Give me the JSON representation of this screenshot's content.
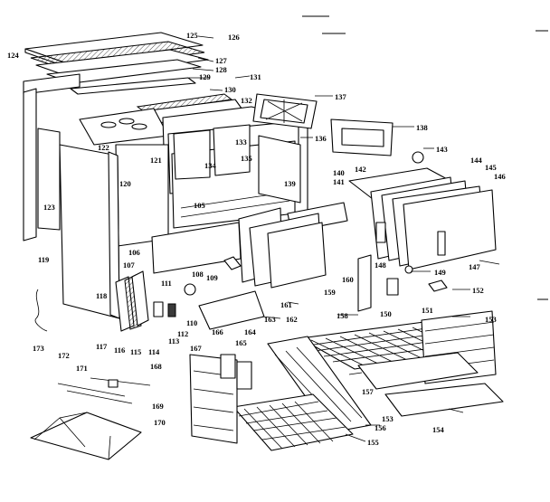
{
  "labels": [
    "124",
    "125",
    "126",
    "127",
    "128",
    "129",
    "130",
    "131",
    "132",
    "133",
    "134",
    "135",
    "136",
    "137",
    "138",
    "139",
    "140",
    "141",
    "142",
    "143",
    "144",
    "145",
    "146",
    "147",
    "148",
    "149",
    "150",
    "151",
    "152",
    "153",
    "153",
    "154",
    "155",
    "156",
    "157",
    "158",
    "159",
    "160",
    "161",
    "162",
    "163",
    "164",
    "165",
    "166",
    "167",
    "168",
    "169",
    "170",
    "171",
    "172",
    "173",
    "122",
    "121",
    "120",
    "119",
    "118",
    "117",
    "116",
    "115",
    "114",
    "113",
    "112",
    "111",
    "110",
    "109",
    "108",
    "107",
    "106",
    "105",
    "123"
  ]
}
